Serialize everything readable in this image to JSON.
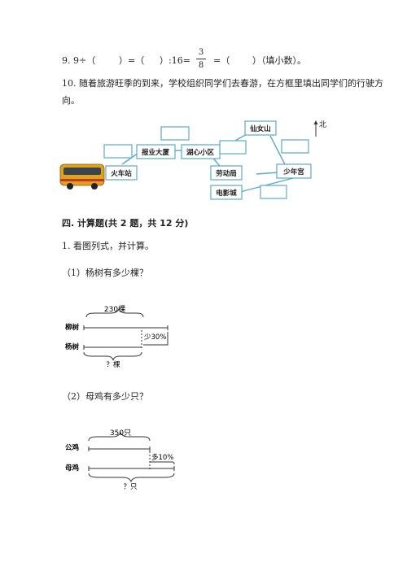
{
  "q9": {
    "prefix": "9. 9÷（",
    "p1": "）=（",
    "p2": "）:16=",
    "frac_num": "3",
    "frac_den": "8",
    "p3": "=（",
    "p4": "）（填小数）。"
  },
  "q10": {
    "line1": "10. 随着旅游旺季的到来，学校组织同学们去春游，在方框里填出同学们的行驶方",
    "line2": "向。"
  },
  "map": {
    "north": "北",
    "places": {
      "bus_station": "火车站",
      "newspaper_building": "报业大厦",
      "lake_district": "湖心小区",
      "labor_bureau": "劳动局",
      "fairy_mountain": "仙女山",
      "youth_palace": "少年宫",
      "cinema": "电影城"
    }
  },
  "section4": {
    "title": "四. 计算题(共 2 题，共 12 分)"
  },
  "q1": {
    "text": "1. 看图列式，并计算。"
  },
  "sub1": {
    "title": "（1）杨树有多少棵？",
    "top_value": "230棵",
    "row1": "柳树",
    "row2": "杨树",
    "diff": "少30%",
    "unknown": "？棵"
  },
  "sub2": {
    "title": "（2）母鸡有多少只？",
    "top_value": "350只",
    "row1": "公鸡",
    "row2": "母鸡",
    "diff": "多10%",
    "unknown": "？只"
  },
  "colors": {
    "box_stroke": "#5aa9c9",
    "line": "#5aa9c9"
  }
}
